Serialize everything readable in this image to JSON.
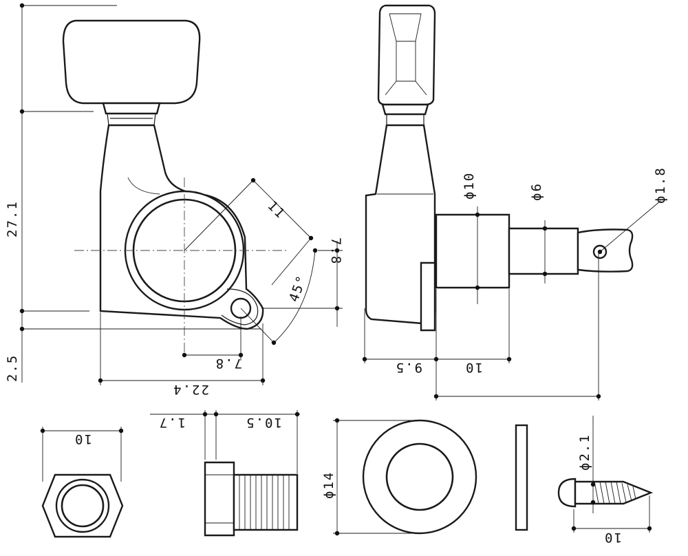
{
  "dimensions": {
    "height_total": "27.1",
    "base_offset": "2.5",
    "diag_11": "11",
    "right_78": "7.8",
    "angle": "45°",
    "bottom_78": "7.8",
    "width_224": "22.4",
    "phi10": "ϕ10",
    "phi6": "ϕ6",
    "phi18": "ϕ1.8",
    "side_95": "9.5",
    "side_10": "10",
    "nut_10": "10",
    "bush_17": "1.7",
    "bush_105": "10.5",
    "washer_phi14": "ϕ14",
    "screw_phi21": "ϕ2.1",
    "screw_10": "10"
  }
}
